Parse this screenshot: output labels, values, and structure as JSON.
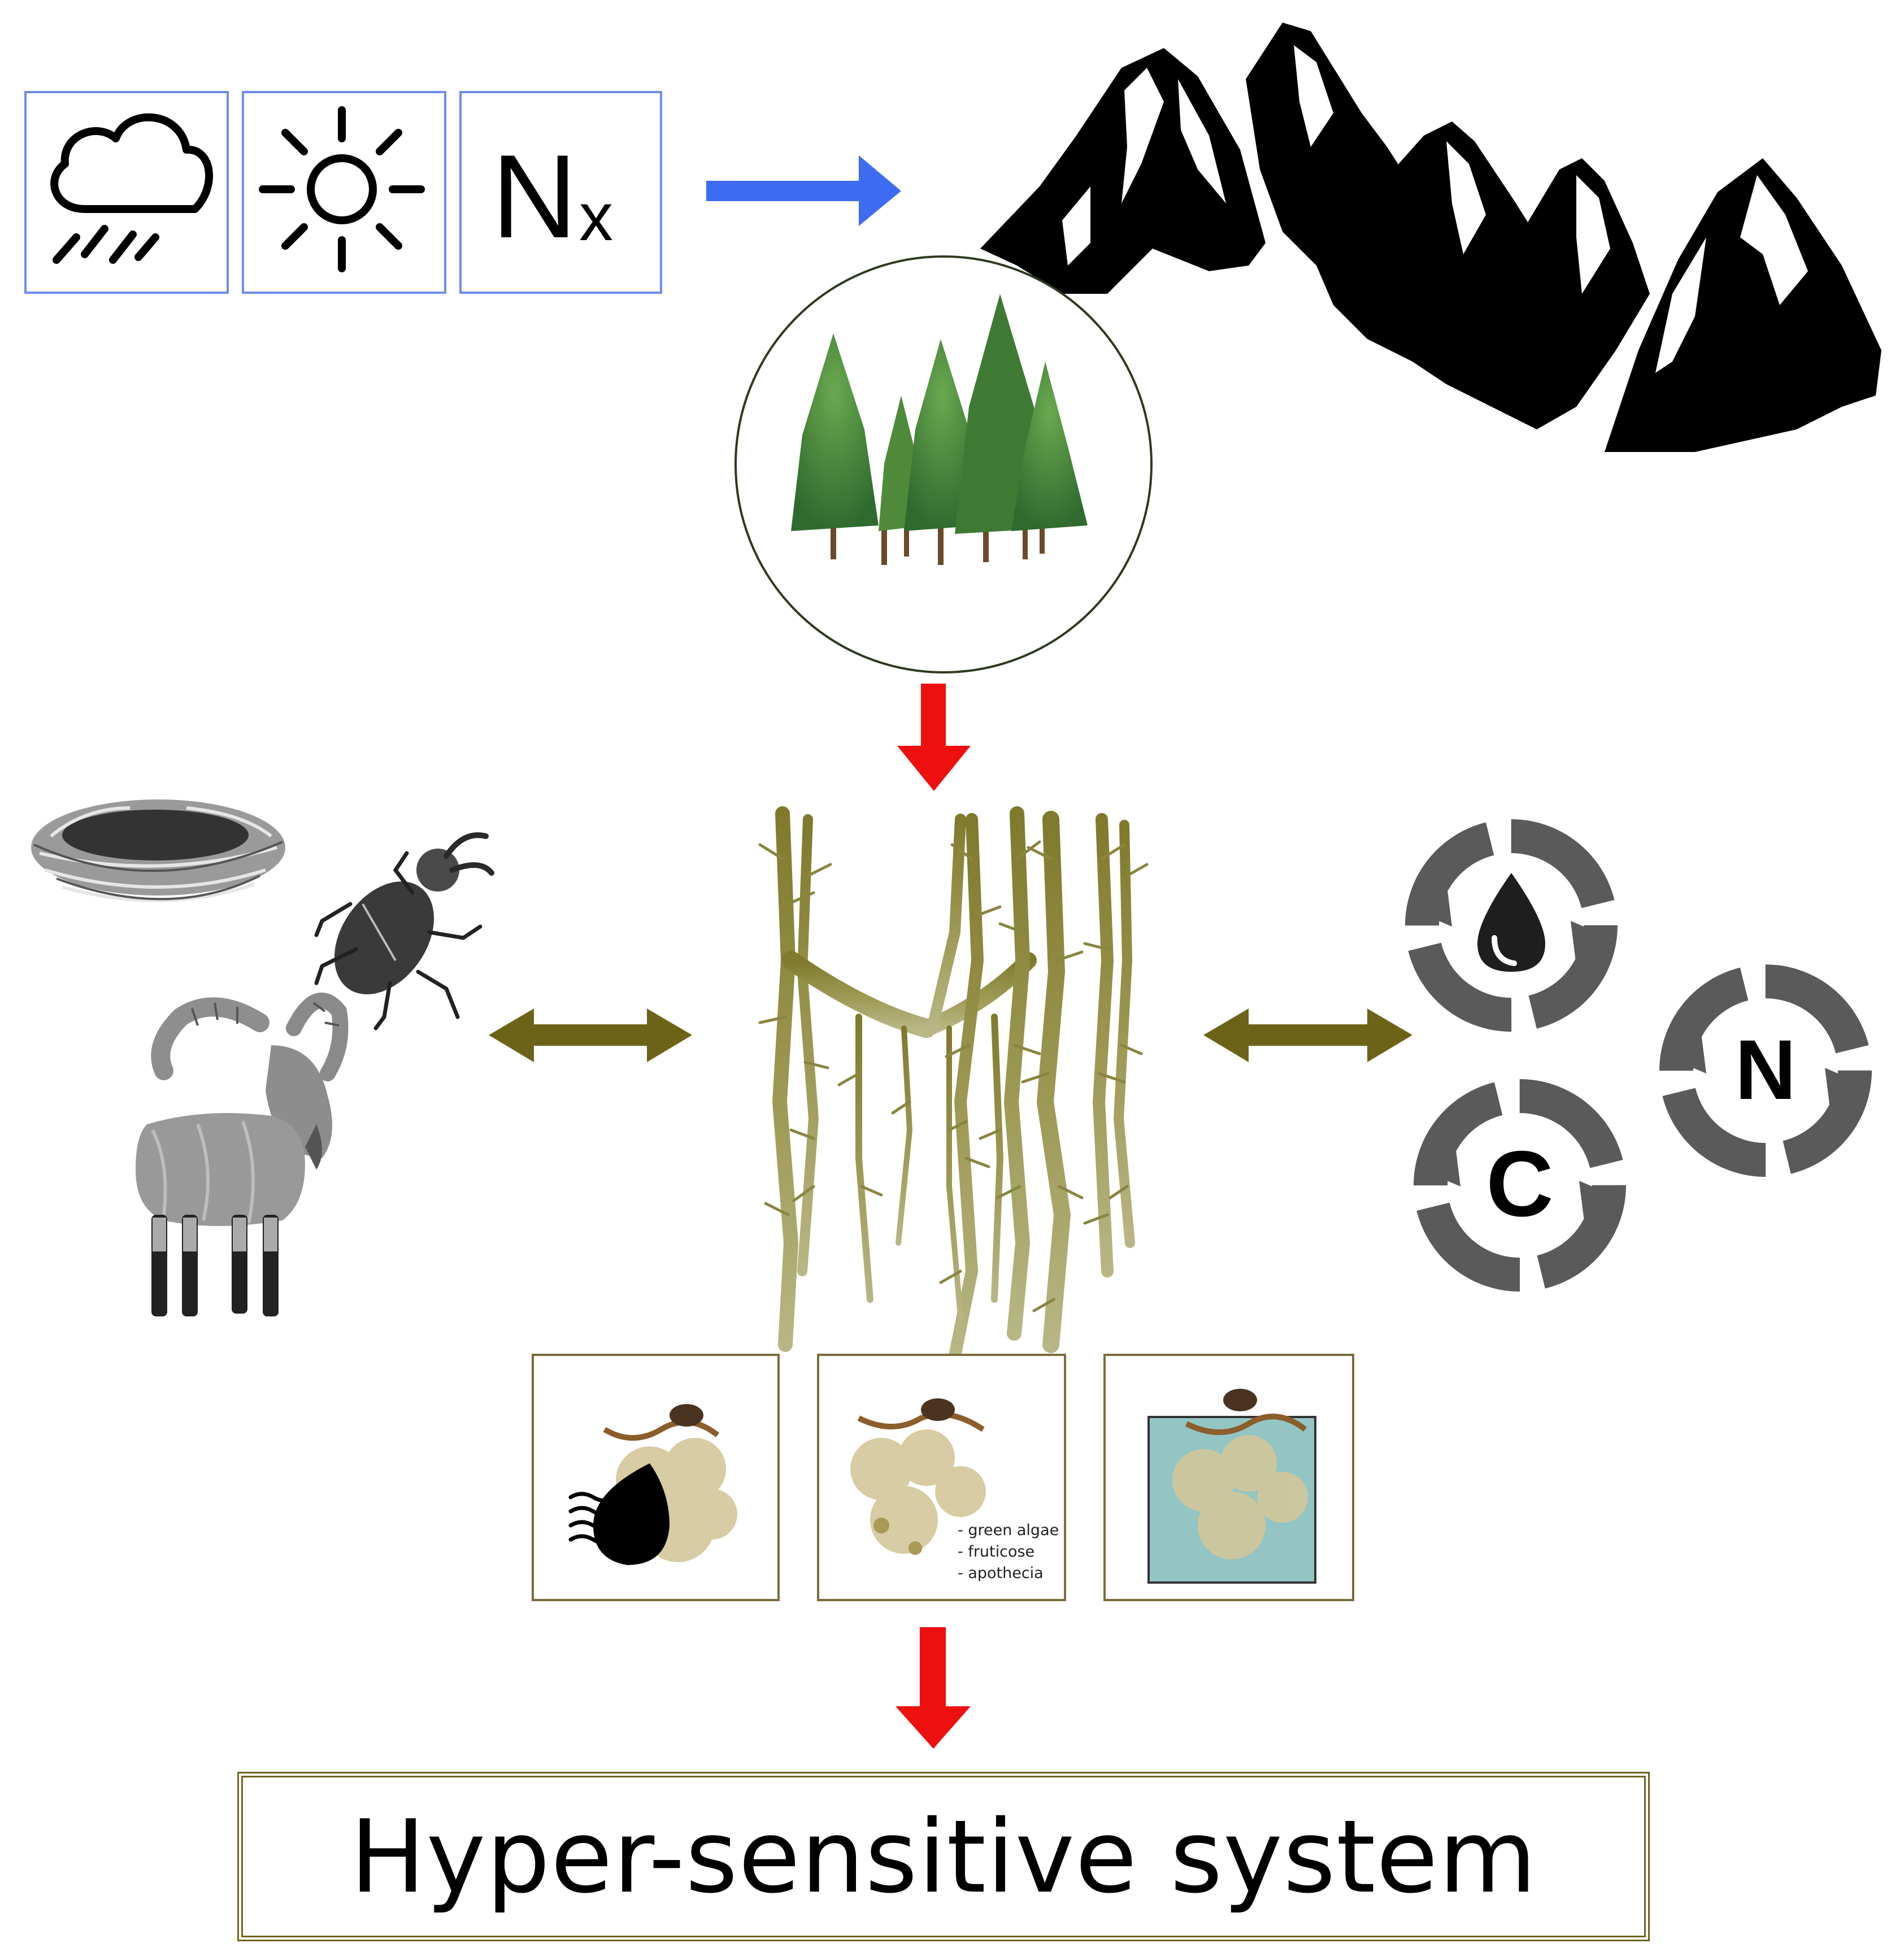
{
  "drivers": {
    "nitrogen_symbol": "N",
    "nitrogen_subscript": "x"
  },
  "cycles": {
    "nitrogen_letter": "N",
    "carbon_letter": "C"
  },
  "traits": {
    "items": [
      "- green algae",
      "- fruticose",
      "- apothecia"
    ]
  },
  "outcome": {
    "label": "Hyper-sensitive system"
  },
  "colors": {
    "climate_box_border": "#6f8cf0",
    "climate_arrow": "#3d6cf2",
    "causal_arrow": "#ee0f0f",
    "interaction_arrow": "#6d6318",
    "trait_box_border": "#7a6d3a",
    "cycle_arrow": "#5a5a5a",
    "lichen": "#8c8a3c",
    "forest_circle": "#2e3a1e"
  }
}
